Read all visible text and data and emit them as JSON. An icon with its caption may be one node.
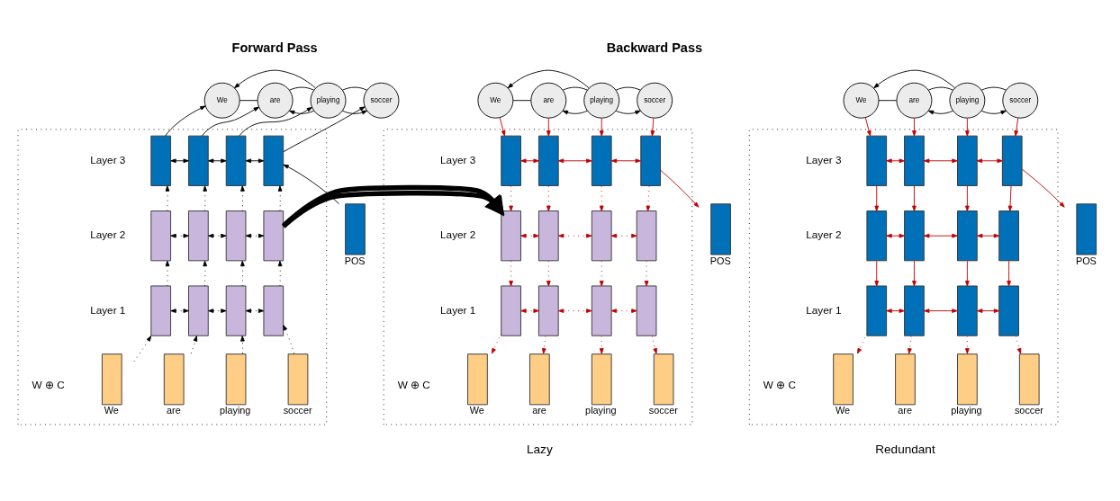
{
  "diagram": {
    "nodes": [
      {
        "text": [
          "We"
        ]
      },
      {
        "text": [
          "are"
        ]
      },
      {
        "text": [
          "playing"
        ]
      },
      {
        "text": [
          "soccer"
        ]
      },
      {
        "text": [],
        "shape": "box"
      },
      {
        "text": [],
        "shape": "box",
        "in": 4
      },
      {
        "text": [],
        "shape": "box",
        "in": 4
      },
      {
        "text": [],
        "shape": "box",
        "in": 4
      },
      {
        "text": [],
        "shape": "box",
        "in": 4
      },
      {
        "text": [],
        "shape": "box",
        "in": 4
      },
      {
        "text": [],
        "shape": "box",
        "in": 4
      },
      {
        "text": [],
        "shape": "box",
        "in": 4
      },
      {
        "text": [],
        "shape": "box",
        "in": 4
      },
      {
        "text": [],
        "shape": "box",
        "in": 4
      },
      {
        "text": [],
        "shape": "box",
        "in": 4
      },
      {
        "text": [],
        "shape": "box",
        "in": 4
      },
      {
        "text": [],
        "shape": "box",
        "in": 4
      },
      {
        "text": [],
        "shape": "box",
        "in": 4,
        "beside": [
          "We"
        ]
      },
      {
        "text": [],
        "shape": "box",
        "in": 4,
        "beside": [
          "are"
        ]
      },
      {
        "text": [],
        "shape": "box",
        "in": 4,
        "beside": [
          "playing"
        ]
      },
      {
        "text": [],
        "shape": "box",
        "in": 4,
        "beside": [
          "soccer"
        ]
      },
      {
        "text": [],
        "shape": "box",
        "beside": [
          "POS"
        ]
      },
      {
        "text": [
          "We"
        ]
      },
      {
        "text": [
          "are"
        ]
      },
      {
        "text": [
          "playing"
        ]
      },
      {
        "text": [
          "soccer"
        ]
      },
      {
        "text": [],
        "shape": "box"
      },
      {
        "text": [],
        "shape": "box",
        "in": 26
      },
      {
        "text": [],
        "shape": "box",
        "in": 26
      },
      {
        "text": [],
        "shape": "box",
        "in": 26
      },
      {
        "text": [],
        "shape": "box",
        "in": 26
      },
      {
        "text": [],
        "shape": "box",
        "in": 26
      },
      {
        "text": [],
        "shape": "box",
        "in": 26
      },
      {
        "text": [],
        "shape": "box",
        "in": 26
      },
      {
        "text": [],
        "shape": "box",
        "in": 26
      },
      {
        "text": [],
        "shape": "box",
        "in": 26
      },
      {
        "text": [],
        "shape": "box",
        "in": 26
      },
      {
        "text": [],
        "shape": "box",
        "in": 26
      },
      {
        "text": [],
        "shape": "box",
        "in": 26
      },
      {
        "text": [],
        "shape": "box",
        "in": 26,
        "beside": [
          "We"
        ]
      },
      {
        "text": [],
        "shape": "box",
        "in": 26,
        "beside": [
          "are"
        ]
      },
      {
        "text": [],
        "shape": "box",
        "in": 26,
        "beside": [
          "playing"
        ]
      },
      {
        "text": [],
        "shape": "box",
        "in": 26,
        "beside": [
          "soccer"
        ]
      },
      {
        "text": [],
        "shape": "box",
        "beside": [
          "POS"
        ]
      },
      {
        "text": [
          "We"
        ]
      },
      {
        "text": [
          "are"
        ]
      },
      {
        "text": [
          "playing"
        ]
      },
      {
        "text": [
          "soccer"
        ]
      },
      {
        "text": [],
        "shape": "box"
      },
      {
        "text": [],
        "shape": "box",
        "in": 48
      },
      {
        "text": [],
        "shape": "box",
        "in": 48
      },
      {
        "text": [],
        "shape": "box",
        "in": 48
      },
      {
        "text": [],
        "shape": "box",
        "in": 48
      },
      {
        "text": [],
        "shape": "box",
        "in": 48
      },
      {
        "text": [],
        "shape": "box",
        "in": 48
      },
      {
        "text": [],
        "shape": "box",
        "in": 48
      },
      {
        "text": [],
        "shape": "box",
        "in": 48
      },
      {
        "text": [],
        "shape": "box",
        "in": 48
      },
      {
        "text": [],
        "shape": "box",
        "in": 48
      },
      {
        "text": [],
        "shape": "box",
        "in": 48
      },
      {
        "text": [],
        "shape": "box",
        "in": 48
      },
      {
        "text": [],
        "shape": "box",
        "in": 48,
        "beside": [
          "We"
        ]
      },
      {
        "text": [],
        "shape": "box",
        "in": 48,
        "beside": [
          "are"
        ]
      },
      {
        "text": [],
        "shape": "box",
        "in": 48,
        "beside": [
          "playing"
        ]
      },
      {
        "text": [],
        "shape": "box",
        "in": 48,
        "beside": [
          "soccer"
        ]
      },
      {
        "text": [],
        "shape": "box",
        "beside": [
          "POS"
        ]
      }
    ],
    "edges": [
      {
        "from": 2,
        "to": 0,
        "arrow": "to",
        "color": "#000000"
      },
      {
        "from": 2,
        "to": 1,
        "arrow": "to",
        "color": "#000000"
      },
      {
        "from": 2,
        "to": 3,
        "arrow": "to",
        "color": "#000000"
      },
      {
        "from": 0,
        "to": 1,
        "arrow": "none",
        "color": "#000000"
      },
      {
        "from": 1,
        "to": 2,
        "arrow": "none",
        "color": "#000000"
      },
      {
        "from": 2,
        "to": 3,
        "arrow": "none",
        "color": "#000000"
      },
      {
        "from": 5,
        "to": 0,
        "arrow": "to",
        "color": "#000000"
      },
      {
        "from": 6,
        "to": 1,
        "arrow": "to",
        "color": "#000000"
      },
      {
        "from": 7,
        "to": 2,
        "arrow": "to",
        "color": "#000000"
      },
      {
        "from": 8,
        "to": 3,
        "arrow": "to",
        "color": "#000000"
      },
      {
        "from": 5,
        "to": 6,
        "arrow": "both",
        "color": "#000000"
      },
      {
        "from": 6,
        "to": 7,
        "arrow": "both",
        "color": "#000000"
      },
      {
        "from": 7,
        "to": 8,
        "arrow": "both",
        "color": "#000000"
      },
      {
        "from": 9,
        "to": 5,
        "arrow": "to",
        "style": "dashed",
        "color": "#000000"
      },
      {
        "from": 10,
        "to": 6,
        "arrow": "to",
        "style": "dashed",
        "color": "#000000"
      },
      {
        "from": 11,
        "to": 7,
        "arrow": "to",
        "style": "dashed",
        "color": "#000000"
      },
      {
        "from": 12,
        "to": 8,
        "arrow": "to",
        "style": "dashed",
        "color": "#000000"
      },
      {
        "from": 9,
        "to": 10,
        "arrow": "both",
        "style": "dashed",
        "color": "#000000"
      },
      {
        "from": 10,
        "to": 11,
        "arrow": "both",
        "style": "dashed",
        "color": "#000000"
      },
      {
        "from": 11,
        "to": 12,
        "arrow": "both",
        "style": "dashed",
        "color": "#000000"
      },
      {
        "from": 13,
        "to": 9,
        "arrow": "to",
        "style": "dashed",
        "color": "#000000"
      },
      {
        "from": 14,
        "to": 10,
        "arrow": "to",
        "style": "dashed",
        "color": "#000000"
      },
      {
        "from": 15,
        "to": 11,
        "arrow": "to",
        "style": "dashed",
        "color": "#000000"
      },
      {
        "from": 16,
        "to": 12,
        "arrow": "to",
        "style": "dashed",
        "color": "#000000"
      },
      {
        "from": 13,
        "to": 14,
        "arrow": "both",
        "style": "dashed",
        "color": "#000000"
      },
      {
        "from": 14,
        "to": 15,
        "arrow": "both",
        "style": "dashed",
        "color": "#000000"
      },
      {
        "from": 15,
        "to": 16,
        "arrow": "both",
        "style": "dashed",
        "color": "#000000"
      },
      {
        "from": 17,
        "to": 13,
        "arrow": "to",
        "style": "dashed",
        "color": "#000000"
      },
      {
        "from": 18,
        "to": 14,
        "arrow": "to",
        "style": "dashed",
        "color": "#000000"
      },
      {
        "from": 19,
        "to": 15,
        "arrow": "to",
        "style": "dashed",
        "color": "#000000"
      },
      {
        "from": 20,
        "to": 16,
        "arrow": "to",
        "style": "dashed",
        "color": "#000000"
      },
      {
        "from": 21,
        "to": 8,
        "arrow": "to",
        "color": "#000000"
      },
      {
        "from": 4,
        "to": 26,
        "arrow": "to",
        "style": "thick",
        "color": "#000000"
      },
      {
        "from": 24,
        "to": 22,
        "arrow": "to",
        "color": "#000000"
      },
      {
        "from": 24,
        "to": 23,
        "arrow": "to",
        "color": "#000000"
      },
      {
        "from": 24,
        "to": 25,
        "arrow": "to",
        "color": "#000000"
      },
      {
        "from": 22,
        "to": 23,
        "arrow": "none",
        "color": "#000000"
      },
      {
        "from": 23,
        "to": 24,
        "arrow": "none",
        "color": "#000000"
      },
      {
        "from": 24,
        "to": 25,
        "arrow": "none",
        "color": "#000000"
      },
      {
        "from": 22,
        "to": 27,
        "arrow": "to"
      },
      {
        "from": 23,
        "to": 28,
        "arrow": "to"
      },
      {
        "from": 24,
        "to": 29,
        "arrow": "to"
      },
      {
        "from": 25,
        "to": 30,
        "arrow": "to"
      },
      {
        "from": 27,
        "to": 28,
        "arrow": "both"
      },
      {
        "from": 28,
        "to": 29,
        "arrow": "both"
      },
      {
        "from": 29,
        "to": 30,
        "arrow": "both"
      },
      {
        "from": 27,
        "to": 31,
        "arrow": "to",
        "style": "dashed"
      },
      {
        "from": 28,
        "to": 32,
        "arrow": "to",
        "style": "dashed"
      },
      {
        "from": 29,
        "to": 33,
        "arrow": "to",
        "style": "dashed"
      },
      {
        "from": 30,
        "to": 34,
        "arrow": "to",
        "style": "dashed"
      },
      {
        "from": 31,
        "to": 32,
        "arrow": "both",
        "style": "dashed"
      },
      {
        "from": 32,
        "to": 33,
        "arrow": "both",
        "style": "dashed"
      },
      {
        "from": 33,
        "to": 34,
        "arrow": "both",
        "style": "dashed"
      },
      {
        "from": 31,
        "to": 35,
        "arrow": "to",
        "style": "dashed"
      },
      {
        "from": 32,
        "to": 36,
        "arrow": "to",
        "style": "dashed"
      },
      {
        "from": 33,
        "to": 37,
        "arrow": "to",
        "style": "dashed"
      },
      {
        "from": 34,
        "to": 38,
        "arrow": "to",
        "style": "dashed"
      },
      {
        "from": 35,
        "to": 36,
        "arrow": "both",
        "style": "dashed"
      },
      {
        "from": 36,
        "to": 37,
        "arrow": "both",
        "style": "dashed"
      },
      {
        "from": 37,
        "to": 38,
        "arrow": "both",
        "style": "dashed"
      },
      {
        "from": 35,
        "to": 39,
        "arrow": "to",
        "style": "dashed"
      },
      {
        "from": 36,
        "to": 40,
        "arrow": "to",
        "style": "dashed"
      },
      {
        "from": 37,
        "to": 41,
        "arrow": "to",
        "style": "dashed"
      },
      {
        "from": 38,
        "to": 42,
        "arrow": "to",
        "style": "dashed"
      },
      {
        "from": 30,
        "to": 43,
        "arrow": "to"
      },
      {
        "from": 46,
        "to": 44,
        "arrow": "to",
        "color": "#000000"
      },
      {
        "from": 46,
        "to": 45,
        "arrow": "to",
        "color": "#000000"
      },
      {
        "from": 46,
        "to": 47,
        "arrow": "to",
        "color": "#000000"
      },
      {
        "from": 44,
        "to": 45,
        "arrow": "none",
        "color": "#000000"
      },
      {
        "from": 45,
        "to": 46,
        "arrow": "none",
        "color": "#000000"
      },
      {
        "from": 46,
        "to": 47,
        "arrow": "none",
        "color": "#000000"
      },
      {
        "from": 44,
        "to": 49,
        "arrow": "to"
      },
      {
        "from": 45,
        "to": 50,
        "arrow": "to"
      },
      {
        "from": 46,
        "to": 51,
        "arrow": "to"
      },
      {
        "from": 47,
        "to": 52,
        "arrow": "to"
      },
      {
        "from": 49,
        "to": 50,
        "arrow": "both"
      },
      {
        "from": 50,
        "to": 51,
        "arrow": "both"
      },
      {
        "from": 51,
        "to": 52,
        "arrow": "both"
      },
      {
        "from": 49,
        "to": 53,
        "arrow": "to"
      },
      {
        "from": 50,
        "to": 54,
        "arrow": "to"
      },
      {
        "from": 51,
        "to": 55,
        "arrow": "to"
      },
      {
        "from": 52,
        "to": 56,
        "arrow": "to"
      },
      {
        "from": 53,
        "to": 54,
        "arrow": "both"
      },
      {
        "from": 54,
        "to": 55,
        "arrow": "both"
      },
      {
        "from": 55,
        "to": 56,
        "arrow": "both"
      },
      {
        "from": 53,
        "to": 57,
        "arrow": "to"
      },
      {
        "from": 54,
        "to": 58,
        "arrow": "to"
      },
      {
        "from": 55,
        "to": 59,
        "arrow": "to"
      },
      {
        "from": 56,
        "to": 60,
        "arrow": "to"
      },
      {
        "from": 57,
        "to": 58,
        "arrow": "both"
      },
      {
        "from": 58,
        "to": 59,
        "arrow": "both"
      },
      {
        "from": 59,
        "to": 60,
        "arrow": "both"
      },
      {
        "from": 57,
        "to": 61,
        "arrow": "to",
        "style": "dashed"
      },
      {
        "from": 58,
        "to": 62,
        "arrow": "to",
        "style": "dashed"
      },
      {
        "from": 59,
        "to": 63,
        "arrow": "to",
        "style": "dashed"
      },
      {
        "from": 60,
        "to": 64,
        "arrow": "to",
        "style": "dashed"
      },
      {
        "from": 52,
        "to": 65,
        "arrow": "to"
      }
    ],
    "labels": [
      "Forward Pass",
      "Backward Pass",
      "Layer 3",
      "Layer 2",
      "Layer 1",
      "W ⊕ C",
      "Layer 3",
      "Layer 2",
      "Layer 1",
      "W ⊕ C",
      "Layer 3",
      "Layer 2",
      "Layer 1",
      "W ⊕ C",
      "Lazy",
      "Redundant"
    ]
  }
}
